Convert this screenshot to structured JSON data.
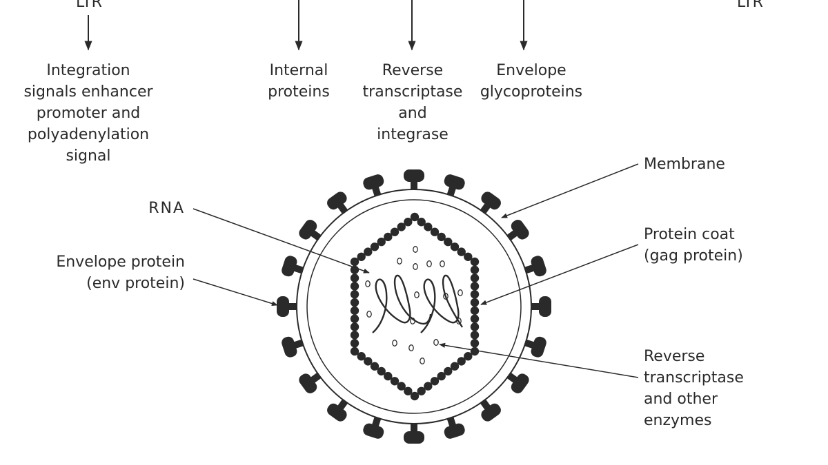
{
  "top_labels": {
    "ltr_left": "LTR",
    "ltr_right": "LTR",
    "integration": [
      "Integration",
      "signals enhancer",
      "promoter and",
      "polyadenylation",
      "signal"
    ],
    "internal": [
      "Internal",
      "proteins"
    ],
    "reverse_top": [
      "Reverse",
      "transcriptase",
      "and",
      "integrase"
    ],
    "envelope_top": [
      "Envelope",
      "glycoproteins"
    ]
  },
  "virion_labels": {
    "membrane": "Membrane",
    "rna": "RNA",
    "protein_coat": [
      "Protein coat",
      "(gag protein)"
    ],
    "envelope_protein": [
      "Envelope protein",
      "(env protein)"
    ],
    "reverse_enzymes": [
      "Reverse",
      "transcriptase",
      "and other",
      "enzymes"
    ]
  },
  "colors": {
    "ink": "#2a2a2a",
    "background": "#ffffff"
  }
}
